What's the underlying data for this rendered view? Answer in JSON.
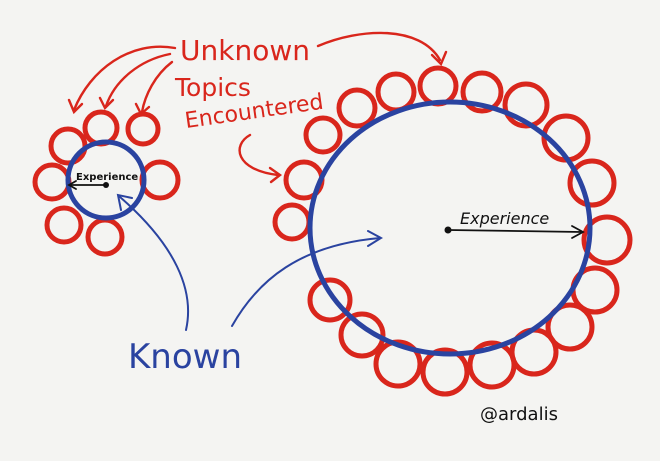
{
  "labels": {
    "unknown_line1": "Unknown",
    "unknown_line2": "Topics",
    "unknown_line3": "Encountered",
    "known": "Known",
    "experience_small": "Experience",
    "experience_large": "Experience",
    "credit": "@ardalis"
  },
  "colors": {
    "unknown": "#d9261c",
    "known": "#2a43a0",
    "ink": "#111111",
    "background": "#f4f4f2"
  }
}
